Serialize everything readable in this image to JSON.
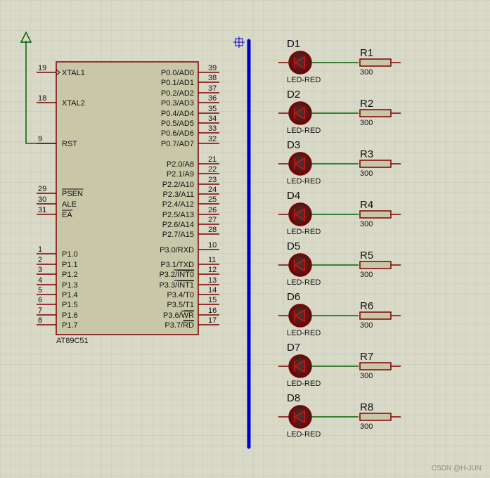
{
  "chip": {
    "part": "AT89C51",
    "left_pins": [
      {
        "num": "19",
        "name": "XTAL1"
      },
      {
        "num": "18",
        "name": "XTAL2"
      },
      {
        "num": "9",
        "name": "RST"
      },
      {
        "num": "29",
        "name": "PSEN",
        "overbar": true
      },
      {
        "num": "30",
        "name": "ALE"
      },
      {
        "num": "31",
        "name": "EA",
        "overbar": true
      },
      {
        "num": "1",
        "name": "P1.0"
      },
      {
        "num": "2",
        "name": "P1.1"
      },
      {
        "num": "3",
        "name": "P1.2"
      },
      {
        "num": "4",
        "name": "P1.3"
      },
      {
        "num": "5",
        "name": "P1.4"
      },
      {
        "num": "6",
        "name": "P1.5"
      },
      {
        "num": "7",
        "name": "P1.6"
      },
      {
        "num": "8",
        "name": "P1.7"
      }
    ],
    "right_pins": [
      {
        "num": "39",
        "name": "P0.0/AD0"
      },
      {
        "num": "38",
        "name": "P0.1/AD1"
      },
      {
        "num": "37",
        "name": "P0.2/AD2"
      },
      {
        "num": "36",
        "name": "P0.3/AD3"
      },
      {
        "num": "35",
        "name": "P0.4/AD4"
      },
      {
        "num": "34",
        "name": "P0.5/AD5"
      },
      {
        "num": "33",
        "name": "P0.6/AD6"
      },
      {
        "num": "32",
        "name": "P0.7/AD7"
      },
      {
        "num": "21",
        "name": "P2.0/A8"
      },
      {
        "num": "22",
        "name": "P2.1/A9"
      },
      {
        "num": "23",
        "name": "P2.2/A10"
      },
      {
        "num": "24",
        "name": "P2.3/A11"
      },
      {
        "num": "25",
        "name": "P2.4/A12"
      },
      {
        "num": "26",
        "name": "P2.5/A13"
      },
      {
        "num": "27",
        "name": "P2.6/A14"
      },
      {
        "num": "28",
        "name": "P2.7/A15"
      },
      {
        "num": "10",
        "name": "P3.0/RXD"
      },
      {
        "num": "11",
        "name": "P3.1/TXD"
      },
      {
        "num": "12",
        "name": "P3.2/",
        "ov": "INT0"
      },
      {
        "num": "13",
        "name": "P3.3/",
        "ov": "INT1"
      },
      {
        "num": "14",
        "name": "P3.4/T0"
      },
      {
        "num": "15",
        "name": "P3.5/T1"
      },
      {
        "num": "16",
        "name": "P3.6/",
        "ov": "WR"
      },
      {
        "num": "17",
        "name": "P3.7/",
        "ov": "RD"
      }
    ]
  },
  "leds": [
    {
      "ref": "D1",
      "type": "LED-RED",
      "res_ref": "R1",
      "res_val": "300"
    },
    {
      "ref": "D2",
      "type": "LED-RED",
      "res_ref": "R2",
      "res_val": "300"
    },
    {
      "ref": "D3",
      "type": "LED-RED",
      "res_ref": "R3",
      "res_val": "300"
    },
    {
      "ref": "D4",
      "type": "LED-RED",
      "res_ref": "R4",
      "res_val": "300"
    },
    {
      "ref": "D5",
      "type": "LED-RED",
      "res_ref": "R5",
      "res_val": "300"
    },
    {
      "ref": "D6",
      "type": "LED-RED",
      "res_ref": "R6",
      "res_val": "300"
    },
    {
      "ref": "D7",
      "type": "LED-RED",
      "res_ref": "R7",
      "res_val": "300"
    },
    {
      "ref": "D8",
      "type": "LED-RED",
      "res_ref": "R8",
      "res_val": "300"
    }
  ],
  "watermark": "CSDN @H-JUN",
  "colors": {
    "background": "#d9d9c8",
    "grid": "#c6c6b4",
    "chip_fill": "#c8c8a8",
    "chip_border": "#800000",
    "bus": "#0000cc",
    "wire": "#006400",
    "led_body": "#8b0000"
  }
}
